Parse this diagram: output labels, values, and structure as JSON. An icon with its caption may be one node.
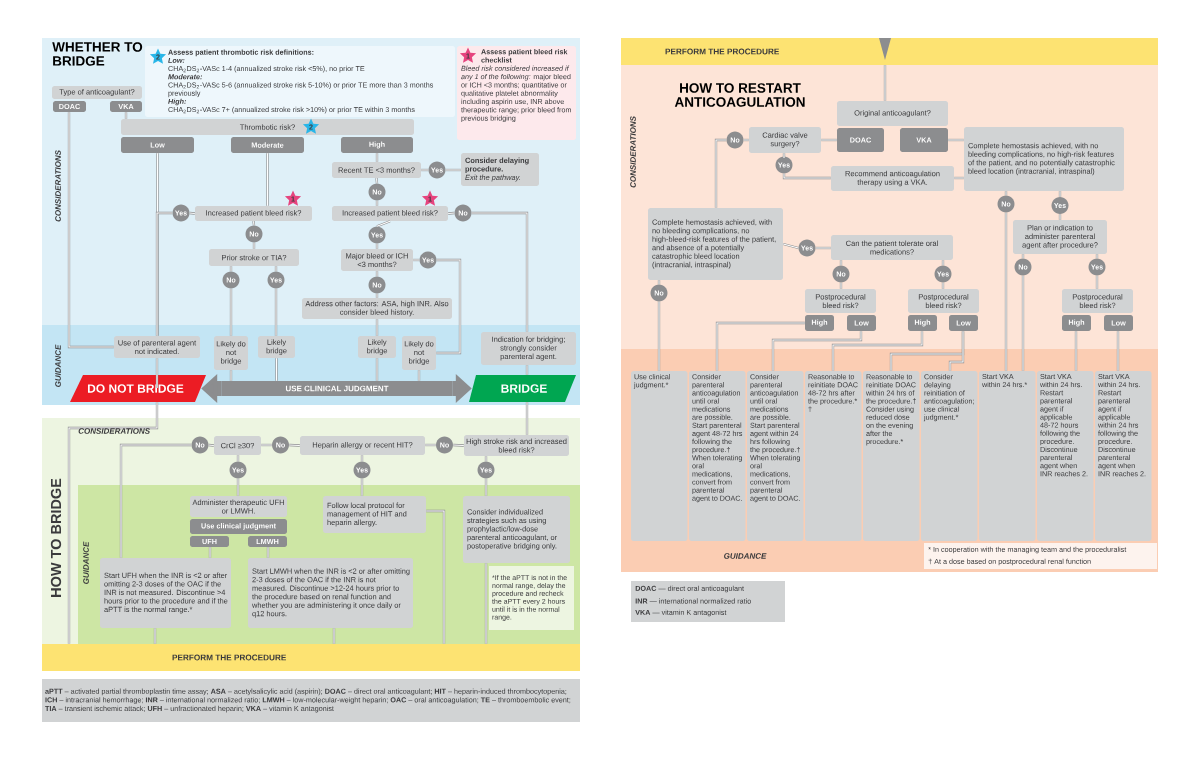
{
  "diagram": {
    "nodes": [
      {
        "text": [
          "Assess patient thrombotic risk definitions:",
          "Low:",
          "CHA$_{2}$DS$_{2}$-VASc 1-4 (annualized stroke risk <5%), no prior TE",
          "Moderate:",
          "CHA$_{2}$DS$_{2}$-VASc 5-6 (annualized stroke risk 5-10%) or prior TE more than 3 months previously",
          "High:",
          "CHA$_{2}$DS$_{2}$-VASc 7+ (annualized stroke risk >10%) or prior TE within 3 months"
        ]
      },
      {
        "text": [
          "Assess patient bleed risk checklist",
          "*Bleed risk considered increased if any 1 of the following:* major bleed or ICH <3 months; quantitative or qualitative platelet abnormality including aspirin use, INR above therapeutic range; prior bleed from previous bridging"
        ]
      },
      {
        "text": [
          "Type of anticoagulant?"
        ]
      },
      {
        "text": [
          "DOAC"
        ]
      },
      {
        "text": [
          "VKA"
        ]
      },
      {
        "text": [
          "Thrombotic risk?"
        ]
      },
      {
        "text": [
          "Low"
        ]
      },
      {
        "text": [
          "Moderate"
        ]
      },
      {
        "text": [
          "High"
        ]
      },
      {
        "text": [
          "Recent TE <3 months?"
        ]
      },
      {
        "text": [
          "Yes"
        ]
      },
      {
        "text": [
          "Consider delaying procedure.",
          "Exit the pathway."
        ]
      },
      {
        "text": [
          "No"
        ]
      },
      {
        "text": [
          "Yes"
        ]
      },
      {
        "text": [
          "Increased patient bleed risk?"
        ]
      },
      {
        "text": [
          "Increased patient bleed risk?"
        ]
      },
      {
        "text": [
          "No"
        ]
      },
      {
        "text": [
          "No"
        ]
      },
      {
        "text": [
          "Yes"
        ]
      },
      {
        "text": [
          "Prior stroke or TIA?"
        ]
      },
      {
        "text": [
          "Major bleed or ICH <3 months?"
        ]
      },
      {
        "text": [
          "Yes"
        ]
      },
      {
        "text": [
          "No"
        ]
      },
      {
        "text": [
          "Yes"
        ]
      },
      {
        "text": [
          "No"
        ]
      },
      {
        "text": [
          "Address other factors: ASA, high INR. Also consider bleed history."
        ]
      },
      {
        "text": [
          "Use of parenteral agent not indicated."
        ]
      },
      {
        "text": [
          "Likely do not bridge"
        ]
      },
      {
        "text": [
          "Likely bridge"
        ]
      },
      {
        "text": [
          "Likely bridge"
        ]
      },
      {
        "text": [
          "Likely do not bridge"
        ]
      },
      {
        "text": [
          "Indication for bridging; strongly consider parenteral agent."
        ]
      },
      {
        "text": [
          "DO NOT BRIDGE"
        ]
      },
      {
        "text": [
          "USE CLINICAL JUDGMENT"
        ]
      },
      {
        "text": [
          "BRIDGE"
        ]
      },
      {
        "text": [
          "No"
        ]
      },
      {
        "text": [
          "CrCl ≥30?"
        ]
      },
      {
        "text": [
          "No"
        ]
      },
      {
        "text": [
          "Heparin allergy or recent HIT?"
        ]
      },
      {
        "text": [
          "No"
        ]
      },
      {
        "text": [
          "High stroke risk and increased bleed risk?"
        ]
      },
      {
        "text": [
          "Yes"
        ]
      },
      {
        "text": [
          "Yes"
        ]
      },
      {
        "text": [
          "Yes"
        ]
      },
      {
        "text": [
          "Administer therapeutic UFH or LMWH."
        ]
      },
      {
        "text": [
          "Use clinical judgment"
        ]
      },
      {
        "text": [
          "UFH"
        ]
      },
      {
        "text": [
          "LMWH"
        ]
      },
      {
        "text": [
          "Follow local protocol for management of HIT and heparin allergy."
        ]
      },
      {
        "text": [
          "Consider individualized strategies such as using prophylactic/low-dose parenteral anticoagulant, or postoperative bridging only."
        ]
      },
      {
        "text": [
          "Start UFH when the INR is <2 or after omitting 2-3 doses of the OAC if the INR is not measured. Discontinue >4 hours prior to the procedure and if the aPTT is the normal range.*"
        ]
      },
      {
        "text": [
          "Start LMWH when the INR is <2 or after omitting 2-3 doses of the OAC if the INR is not measured. Discontinue >12-24 hours prior to the procedure based on renal function and whether you are administering it once daily or q12 hours."
        ]
      },
      {
        "text": [
          "PERFORM THE PROCEDURE"
        ]
      },
      {
        "text": [
          "PERFORM THE PROCEDURE"
        ]
      },
      {
        "text": [
          "Original anticoagulant?"
        ]
      },
      {
        "text": [
          "No"
        ]
      },
      {
        "text": [
          "Cardiac valve surgery?"
        ]
      },
      {
        "text": [
          "DOAC"
        ]
      },
      {
        "text": [
          "VKA"
        ]
      },
      {
        "text": [
          "Complete hemostasis achieved, with no bleeding complications, no high-risk features of the patient, and no potentially catastrophic bleed location (intracranial, intraspinal)"
        ]
      },
      {
        "text": [
          "Yes"
        ]
      },
      {
        "text": [
          "Recommend anticoagulation therapy using a VKA."
        ]
      },
      {
        "text": [
          "No"
        ]
      },
      {
        "text": [
          "Yes"
        ]
      },
      {
        "text": [
          "Complete hemostasis achieved, with no bleeding complications, no high-bleed-risk features of the patient, and absence of a potentially catastrophic bleed location (intracranial, intraspinal)"
        ]
      },
      {
        "text": [
          "Yes"
        ]
      },
      {
        "text": [
          "Can the patient tolerate oral medications?"
        ]
      },
      {
        "text": [
          "Plan or indication to administer parenteral agent after procedure?"
        ]
      },
      {
        "text": [
          "No"
        ]
      },
      {
        "text": [
          "Yes"
        ]
      },
      {
        "text": [
          "No"
        ]
      },
      {
        "text": [
          "Yes"
        ]
      },
      {
        "text": [
          "No"
        ]
      },
      {
        "text": [
          "Postprocedural bleed risk?"
        ]
      },
      {
        "text": [
          "Postprocedural bleed risk?"
        ]
      },
      {
        "text": [
          "Postprocedural bleed risk?"
        ]
      },
      {
        "text": [
          "High"
        ]
      },
      {
        "text": [
          "Low"
        ]
      },
      {
        "text": [
          "High"
        ]
      },
      {
        "text": [
          "Low"
        ]
      },
      {
        "text": [
          "High"
        ]
      },
      {
        "text": [
          "Low"
        ]
      },
      {
        "text": [
          "Use clinical judgment.*"
        ]
      },
      {
        "text": [
          "Consider parenteral anticoagulation until oral medications are possible. Start parenteral agent 48-72 hrs following the procedure.† When tolerating oral medications, convert from parenteral agent to DOAC."
        ]
      },
      {
        "text": [
          "Consider parenteral anticoagulation until oral medications are possible. Start parenteral agent within 24 hrs following the procedure.† When tolerating oral medications, convert from parenteral agent to DOAC."
        ]
      },
      {
        "text": [
          "Reasonable to reinitiate DOAC 48-72 hrs after the procedure.* †"
        ]
      },
      {
        "text": [
          "Reasonable to reinitiate DOAC within 24 hrs of the procedure.† Consider using reduced dose on the evening after the procedure.*"
        ]
      },
      {
        "text": [
          "Consider delaying reinitiation of anticoagulation; use clinical judgment.*"
        ]
      },
      {
        "text": [
          "Start VKA within 24 hrs.*"
        ]
      },
      {
        "text": [
          "Start VKA within 24 hrs. Restart parenteral agent if applicable 48-72 hours following the procedure. Discontinue parenteral agent when INR reaches 2."
        ]
      },
      {
        "text": [
          "Start VKA within 24 hrs. Restart parenteral agent if applicable within 24 hrs following the procedure. Discontinue parenteral agent when INR reaches 2."
        ]
      }
    ],
    "edges": [
      {
        "from": 4,
        "to": 5,
        "arrow": "none"
      },
      {
        "from": 3,
        "to": 26,
        "arrow": "none"
      },
      {
        "from": 6,
        "to": 26,
        "arrow": "none"
      },
      {
        "from": 13,
        "to": 26,
        "arrow": "none"
      },
      {
        "from": 26,
        "to": 32,
        "arrow": "none"
      },
      {
        "from": 7,
        "to": 14,
        "arrow": "none"
      },
      {
        "from": 14,
        "to": 13,
        "arrow": "none"
      },
      {
        "from": 14,
        "to": 17,
        "arrow": "none"
      },
      {
        "from": 17,
        "to": 19,
        "arrow": "none"
      },
      {
        "from": 19,
        "to": 22,
        "arrow": "none"
      },
      {
        "from": 19,
        "to": 23,
        "arrow": "none"
      },
      {
        "from": 22,
        "to": 27,
        "arrow": "none"
      },
      {
        "from": 23,
        "to": 28,
        "arrow": "none"
      },
      {
        "from": 27,
        "to": 33,
        "arrow": "none"
      },
      {
        "from": 28,
        "to": 33,
        "arrow": "none"
      },
      {
        "from": 8,
        "to": 9,
        "arrow": "none"
      },
      {
        "from": 9,
        "to": 10,
        "arrow": "none"
      },
      {
        "from": 10,
        "to": 11,
        "arrow": "none"
      },
      {
        "from": 9,
        "to": 12,
        "arrow": "none"
      },
      {
        "from": 12,
        "to": 15,
        "arrow": "none"
      },
      {
        "from": 15,
        "to": 16,
        "arrow": "none"
      },
      {
        "from": 16,
        "to": 31,
        "arrow": "none"
      },
      {
        "from": 15,
        "to": 18,
        "arrow": "none"
      },
      {
        "from": 18,
        "to": 20,
        "arrow": "none"
      },
      {
        "from": 20,
        "to": 21,
        "arrow": "none"
      },
      {
        "from": 21,
        "to": 30,
        "arrow": "none"
      },
      {
        "from": 20,
        "to": 24,
        "arrow": "none"
      },
      {
        "from": 24,
        "to": 25,
        "arrow": "none"
      },
      {
        "from": 25,
        "to": 29,
        "arrow": "none"
      },
      {
        "from": 29,
        "to": 33,
        "arrow": "none"
      },
      {
        "from": 30,
        "to": 33,
        "arrow": "none"
      },
      {
        "from": 31,
        "to": 34,
        "arrow": "none"
      },
      {
        "from": 34,
        "to": 40,
        "arrow": "none"
      },
      {
        "from": 32,
        "to": 52,
        "arrow": "none"
      },
      {
        "from": 40,
        "to": 39,
        "arrow": "none"
      },
      {
        "from": 39,
        "to": 38,
        "arrow": "none"
      },
      {
        "from": 38,
        "to": 37,
        "arrow": "none"
      },
      {
        "from": 37,
        "to": 36,
        "arrow": "none"
      },
      {
        "from": 36,
        "to": 35,
        "arrow": "none"
      },
      {
        "from": 35,
        "to": 50,
        "arrow": "none"
      },
      {
        "from": 36,
        "to": 41,
        "arrow": "none"
      },
      {
        "from": 41,
        "to": 44,
        "arrow": "none"
      },
      {
        "from": 38,
        "to": 42,
        "arrow": "none"
      },
      {
        "from": 42,
        "to": 48,
        "arrow": "none"
      },
      {
        "from": 40,
        "to": 43,
        "arrow": "none"
      },
      {
        "from": 43,
        "to": 49,
        "arrow": "none"
      },
      {
        "from": 46,
        "to": 50,
        "arrow": "none"
      },
      {
        "from": 47,
        "to": 51,
        "arrow": "none"
      },
      {
        "from": 48,
        "to": 52,
        "arrow": "none"
      },
      {
        "from": 49,
        "to": 52,
        "arrow": "none"
      },
      {
        "from": 50,
        "to": 52,
        "arrow": "none"
      },
      {
        "from": 51,
        "to": 52,
        "arrow": "none"
      },
      {
        "from": 53,
        "to": 54,
        "arrow": "none"
      },
      {
        "from": 57,
        "to": 56,
        "arrow": "none"
      },
      {
        "from": 56,
        "to": 55,
        "arrow": "none"
      },
      {
        "from": 55,
        "to": 64,
        "arrow": "none"
      },
      {
        "from": 56,
        "to": 60,
        "arrow": "none"
      },
      {
        "from": 60,
        "to": 61,
        "arrow": "none"
      },
      {
        "from": 61,
        "to": 59,
        "arrow": "none"
      },
      {
        "from": 58,
        "to": 59,
        "arrow": "none"
      },
      {
        "from": 59,
        "to": 62,
        "arrow": "none"
      },
      {
        "from": 62,
        "to": 88,
        "arrow": "none"
      },
      {
        "from": 59,
        "to": 63,
        "arrow": "none"
      },
      {
        "from": 63,
        "to": 67,
        "arrow": "none"
      },
      {
        "from": 67,
        "to": 70,
        "arrow": "none"
      },
      {
        "from": 70,
        "to": 88,
        "arrow": "none"
      },
      {
        "from": 67,
        "to": 71,
        "arrow": "none"
      },
      {
        "from": 71,
        "to": 75,
        "arrow": "none"
      },
      {
        "from": 80,
        "to": 89,
        "arrow": "none"
      },
      {
        "from": 81,
        "to": 90,
        "arrow": "none"
      },
      {
        "from": 64,
        "to": 65,
        "arrow": "none"
      },
      {
        "from": 65,
        "to": 66,
        "arrow": "none"
      },
      {
        "from": 64,
        "to": 72,
        "arrow": "none"
      },
      {
        "from": 72,
        "to": 82,
        "arrow": "none"
      },
      {
        "from": 66,
        "to": 68,
        "arrow": "none"
      },
      {
        "from": 68,
        "to": 73,
        "arrow": "none"
      },
      {
        "from": 66,
        "to": 69,
        "arrow": "none"
      },
      {
        "from": 69,
        "to": 74,
        "arrow": "none"
      },
      {
        "from": 76,
        "to": 83,
        "arrow": "none"
      },
      {
        "from": 77,
        "to": 84,
        "arrow": "none"
      },
      {
        "from": 78,
        "to": 85,
        "arrow": "none"
      },
      {
        "from": 79,
        "to": 86,
        "arrow": "none"
      },
      {
        "from": 79,
        "to": 87,
        "arrow": "none"
      },
      {
        "from": 33,
        "to": 32,
        "arrow": "to",
        "style": "thick"
      },
      {
        "from": 33,
        "to": 34,
        "arrow": "to",
        "style": "thick"
      }
    ],
    "labels": [
      "WHETHER TO BRIDGE",
      "2",
      "1",
      "CONSIDERATIONS",
      "2",
      "1",
      "1",
      "GUIDANCE",
      "CONSIDERATIONS",
      "HOW TO BRIDGE",
      "GUIDANCE",
      "*If the aPTT is not in the normal range, delay the procedure and recheck the aPTT every 2 hours until it is in the normal range.",
      "**aPTT** – activated partial thromboplastin time assay; **ASA** – acetylsalicylic acid (aspirin); **DOAC** – direct oral anticoagulant; **HIT** – heparin-induced thrombocytopenia; **ICH** – intracranial hemorrhage; **INR** – international normalized ratio; **LMWH** – low-molecular-weight heparin; **OAC** – oral anticoagulation; **TE** – thromboembolic event; **TIA** – transient ischemic attack; **UFH** – unfractionated heparin; **VKA** – vitamin K antagonist",
      "HOW TO RESTART ANTICOAGULATION",
      "CONSIDERATIONS",
      "GUIDANCE",
      "* In cooperation with the managing team and the proceduralist",
      "† At a dose based on postprocedural renal function",
      "**DOAC** — direct oral anticoagulant",
      "**INR** — international normalized ratio",
      "**VKA** — vitamin K antagonist"
    ]
  }
}
